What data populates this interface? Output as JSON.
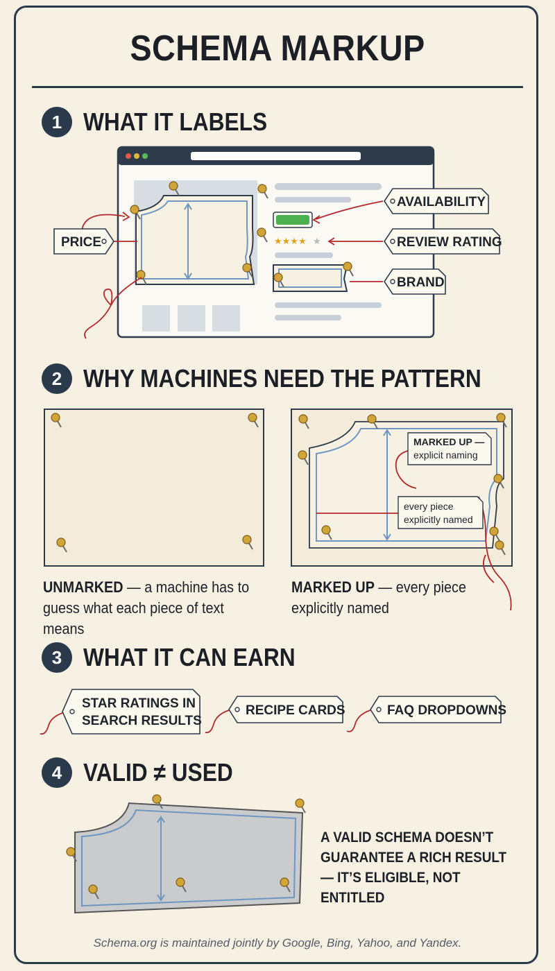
{
  "title": "SCHEMA MARKUP",
  "sections": [
    {
      "number": "1",
      "title": "WHAT IT LABELS"
    },
    {
      "number": "2",
      "title": "WHY MACHINES NEED THE PATTERN"
    },
    {
      "number": "3",
      "title": "WHAT IT CAN EARN"
    },
    {
      "number": "4",
      "title": "VALID ≠ USED"
    }
  ],
  "labels_section": {
    "tags": [
      "PRICE",
      "AVAILABILITY",
      "REVIEW RATING",
      "BRAND"
    ]
  },
  "pattern_section": {
    "unmarked_bold": "UNMARKED",
    "unmarked_text": " — a machine has to guess what each piece of text means",
    "marked_bold": "MARKED UP",
    "marked_text": " — every piece explicitly named",
    "note_top": [
      "MARKED UP —",
      "explicit naming"
    ],
    "note_bottom": [
      "every piece",
      "explicitly named"
    ]
  },
  "earn_section": {
    "tags": [
      [
        "STAR RATINGS IN",
        "SEARCH RESULTS"
      ],
      [
        "RECIPE CARDS"
      ],
      [
        "FAQ DROPDOWNS"
      ]
    ]
  },
  "valid_section": {
    "note": "A VALID SCHEMA DOESN’T GUARANTEE A RICH RESULT — IT’S ELIGIBLE, NOT ENTITLED"
  },
  "footer": "Schema.org is maintained jointly by Google, Bing, Yahoo, and Yandex.",
  "colors": {
    "navy": "#2a3a4a",
    "pattern_line": "#6f96c0",
    "thread_red": "#b3282e",
    "pin_gold": "#d2a53a",
    "availability_green": "#4caf50",
    "star_gold": "#e0a21b"
  }
}
